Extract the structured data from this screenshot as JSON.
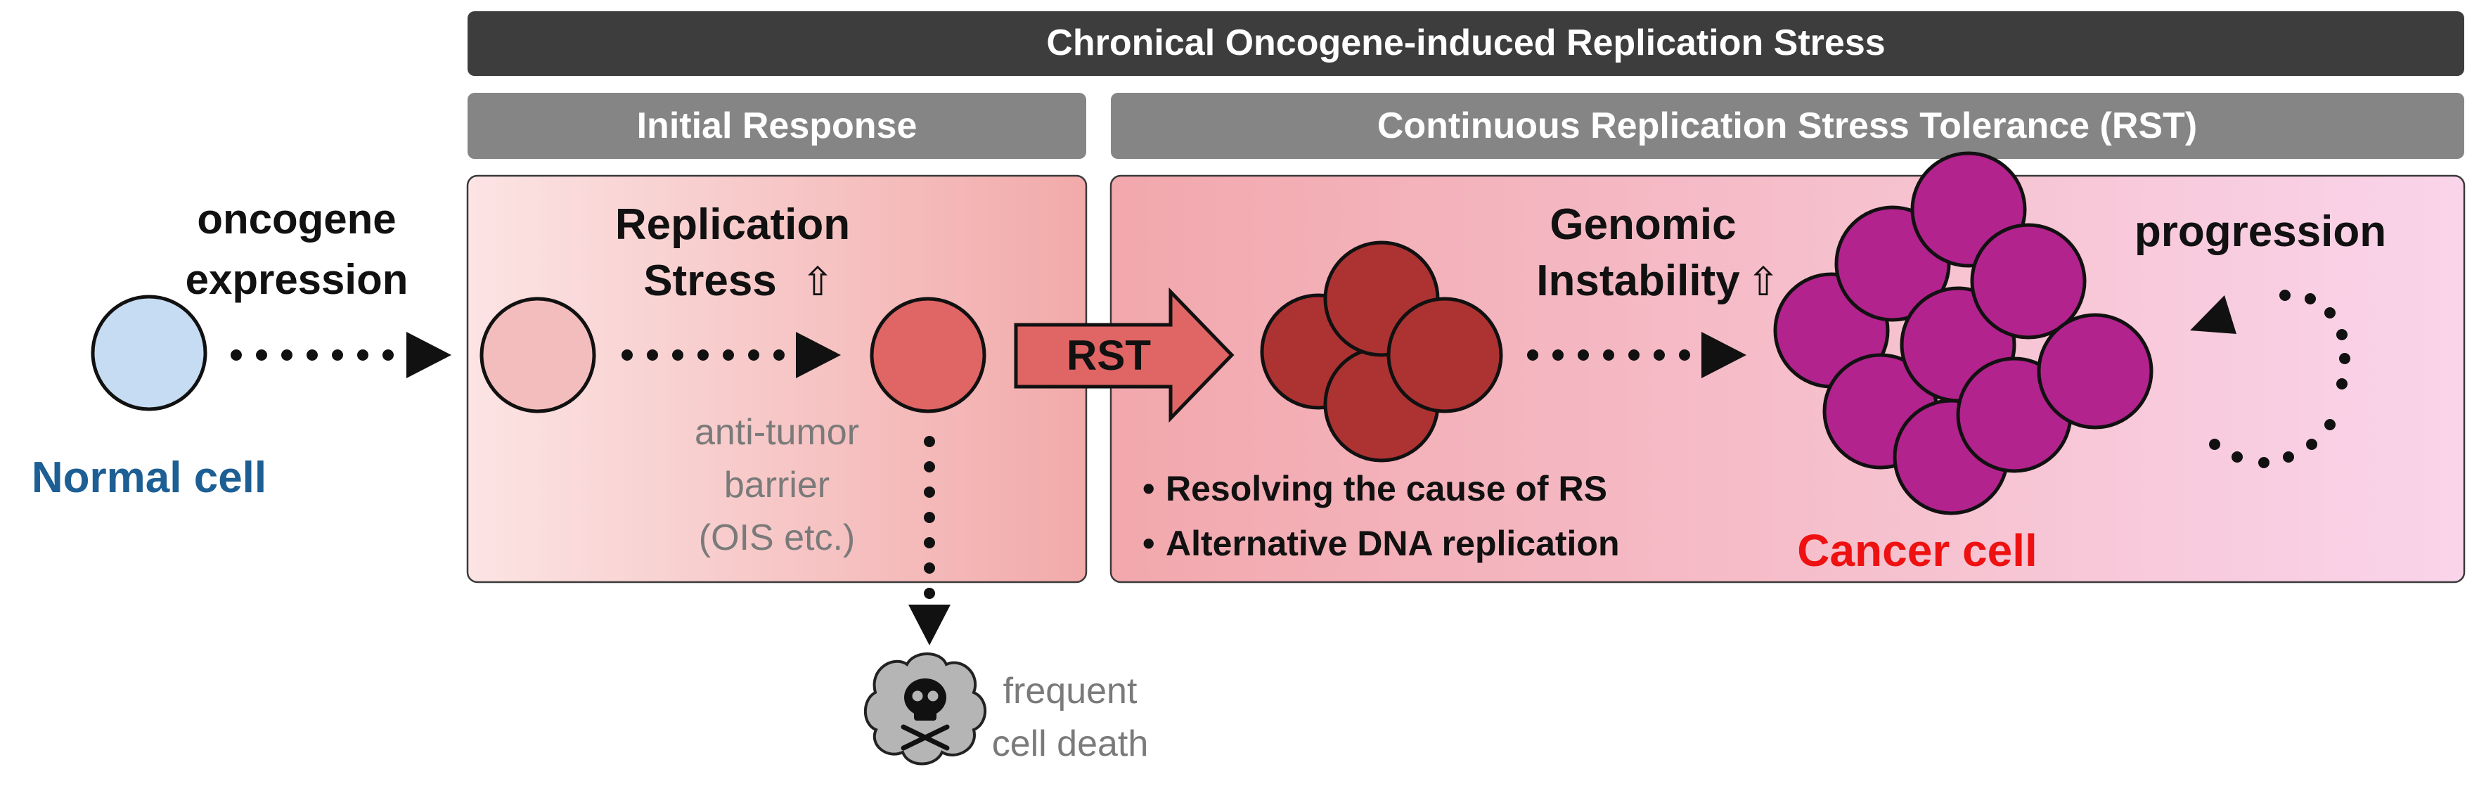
{
  "banner": {
    "title": "Chronical Oncogene-induced Replication Stress"
  },
  "phases": {
    "initial": {
      "label": "Initial Response"
    },
    "rst": {
      "label": "Continuous Replication Stress Tolerance (RST)"
    }
  },
  "normal_cell": {
    "label": "Normal cell"
  },
  "oncogene": {
    "line1": "oncogene",
    "line2": "expression"
  },
  "replication_stress": {
    "line1": "Replication",
    "line2": "Stress",
    "arrow": "⇧"
  },
  "barrier": {
    "line1": "anti-tumor",
    "line2": "barrier",
    "line3": "(OIS etc.)"
  },
  "death": {
    "line1": "frequent",
    "line2": "cell death"
  },
  "rst_arrow": {
    "label": "RST"
  },
  "genomic": {
    "line1": "Genomic",
    "line2": "Instability",
    "arrow": "⇧"
  },
  "mechanisms": {
    "bullet": "•",
    "items": [
      "Resolving the cause of RS",
      "Alternative DNA replication"
    ]
  },
  "cancer_cell": {
    "label": "Cancer cell"
  },
  "progression": {
    "label": "progression"
  },
  "colors": {
    "banner_dark": "#3d3d3d",
    "banner_gray": "#858585",
    "normal_blue": "#c5dcf3",
    "normal_text": "#1d5f95",
    "pink_light": "#f4bdbd",
    "red_mid": "#e06565",
    "dark_red": "#ad3333",
    "magenta": "#b2238d",
    "cancer_text": "#ee1111",
    "gray_text": "#7a7a7a"
  }
}
